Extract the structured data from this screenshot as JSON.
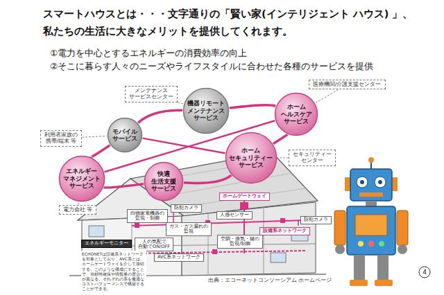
{
  "diagram": {
    "title": "スマートハウスとは・・・文字通りの「賢い家(インテリジェント ハウス) 」、 私たちの生活に大きなメリットを提供してくれます。",
    "caption": "出典：エコーネットコンソーシアム ホームページ",
    "nodes": [
      {
        "text": [
          "医療機関/介護支援センター"
        ]
      },
      {
        "text": [
          "メンテナンス サービスセンター"
        ]
      },
      {
        "text": [
          "機器リモート メンテナンス サービス"
        ]
      },
      {
        "text": [
          "ホーム ヘルスケア サービス"
        ]
      },
      {
        "text": [
          "モバイル サービス"
        ]
      },
      {
        "text": [
          "利用者家族の 携帯/端末 等"
        ]
      },
      {
        "text": [
          "セキュリティー センター"
        ]
      },
      {
        "text": [
          "ホーム セキュリティー サービス"
        ]
      },
      {
        "text": [
          "エネルギー マネジメント サービス"
        ]
      },
      {
        "text": [
          "快適 生活支援 サービス"
        ]
      },
      {
        "text": [
          "ホームゲートウェイ"
        ]
      },
      {
        "text": [
          "電力会社 等"
        ]
      },
      {
        "text": [
          "防犯カメラ"
        ]
      },
      {
        "text": [
          "白物家電機器の 監視・制御"
        ]
      },
      {
        "text": [
          "人感センサー"
        ]
      },
      {
        "text": [
          "防犯カメラ"
        ]
      },
      {
        "text": [
          "ガス・ガス漏れの 監視"
        ]
      },
      {
        "text": [
          "設備系ネットワーク"
        ]
      },
      {
        "text": [
          "空調・換気・鍵の 監視/制御"
        ]
      },
      {
        "text": [
          "人の気配で 自動でON/OFF"
        ]
      },
      {
        "text": [
          "エネルギーモニター"
        ]
      },
      {
        "text": [
          "AVC系ネットワーク"
        ]
      }
    ],
    "edges": [
      {
        "from": 2,
        "to": 3,
        "arrow": "none"
      },
      {
        "from": 3,
        "to": 7,
        "arrow": "none"
      },
      {
        "from": 7,
        "to": 9,
        "arrow": "none"
      },
      {
        "from": 9,
        "to": 8,
        "arrow": "none"
      },
      {
        "from": 8,
        "to": 4,
        "arrow": "none"
      },
      {
        "from": 4,
        "to": 2,
        "arrow": "none"
      },
      {
        "from": 8,
        "to": 3,
        "arrow": "none"
      },
      {
        "from": 4,
        "to": 7,
        "arrow": "none"
      },
      {
        "from": 1,
        "to": 2,
        "arrow": "none"
      },
      {
        "from": 0,
        "to": 3,
        "arrow": "none"
      },
      {
        "from": 5,
        "to": 4,
        "arrow": "none"
      },
      {
        "from": 6,
        "to": 7,
        "arrow": "none"
      },
      {
        "from": 11,
        "to": 8,
        "arrow": "none"
      }
    ],
    "labels": [
      "①電力を中心とするエネルギーの消費効率の向上",
      "②そこに暮らす人々のニーズやライフスタイルに合わせた各種のサービスを提供",
      "ECHONETは設備系ネットワークを対象としており、AVC系とは、ホームゲートウェイを介して接続する。このような構成にすることで、信頼性確保や情報量の度合いが異なる、それぞれの系を最適なコストパフォーマンスで構築することができる。",
      "4"
    ]
  }
}
